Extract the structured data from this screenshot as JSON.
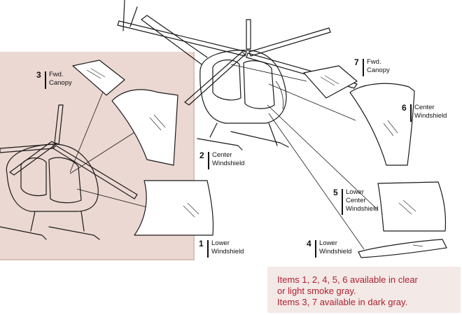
{
  "callouts": [
    {
      "number": "3",
      "label": "Fwd.\nCanopy"
    },
    {
      "number": "2",
      "label": "Center\nWindshield"
    },
    {
      "number": "1",
      "label": "Lower\nWindshield"
    },
    {
      "number": "7",
      "label": "Fwd.\nCanopy"
    },
    {
      "number": "6",
      "label": "Center\nWindshield"
    },
    {
      "number": "5",
      "label": "Lower\nCenter\nWindshield"
    },
    {
      "number": "4",
      "label": "Lower\nWindshield"
    }
  ],
  "note": {
    "line1": "Items 1, 2, 4, 5, 6 available in clear",
    "line2": "or light smoke gray.",
    "line3": "Items 3, 7 available in dark gray."
  },
  "colors": {
    "inset_background": "#ecd8d2",
    "note_background": "#f3e9e7",
    "note_text": "#b01f2e"
  }
}
